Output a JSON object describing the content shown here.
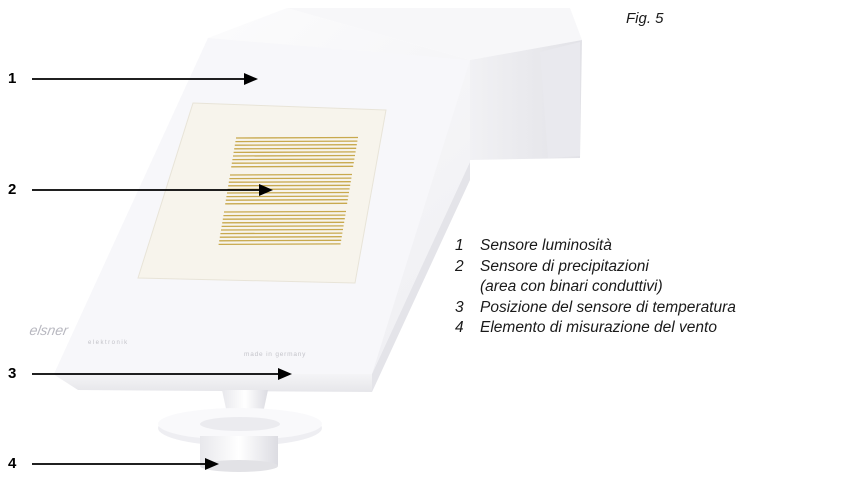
{
  "figure": {
    "label": "Fig. 5",
    "brand_logo_text": "elsner",
    "brand_logo_subtext": "elektronik",
    "product_print": "made in germany",
    "colors": {
      "housing": "#f4f4f6",
      "sensor_pad": "#f7f4ec",
      "conductive_tracks": "#c8a94e",
      "arrow": "#000000"
    }
  },
  "callouts": [
    {
      "number": "1"
    },
    {
      "number": "2"
    },
    {
      "number": "3"
    },
    {
      "number": "4"
    }
  ],
  "legend": [
    {
      "number": "1",
      "text": "Sensore luminosità"
    },
    {
      "number": "2",
      "text": "Sensore di precipitazioni"
    },
    {
      "number": "",
      "text": "(area con binari conduttivi)"
    },
    {
      "number": "3",
      "text": "Posizione del sensore di temperatura"
    },
    {
      "number": "4",
      "text": "Elemento di misurazione del vento"
    }
  ]
}
